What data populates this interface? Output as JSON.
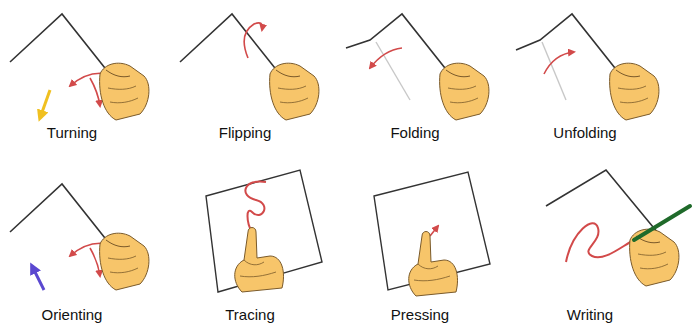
{
  "diagram": {
    "labels": [
      "Turning",
      "Flipping",
      "Folding",
      "Unfolding",
      "Orienting",
      "Tracing",
      "Pressing",
      "Writing"
    ]
  }
}
